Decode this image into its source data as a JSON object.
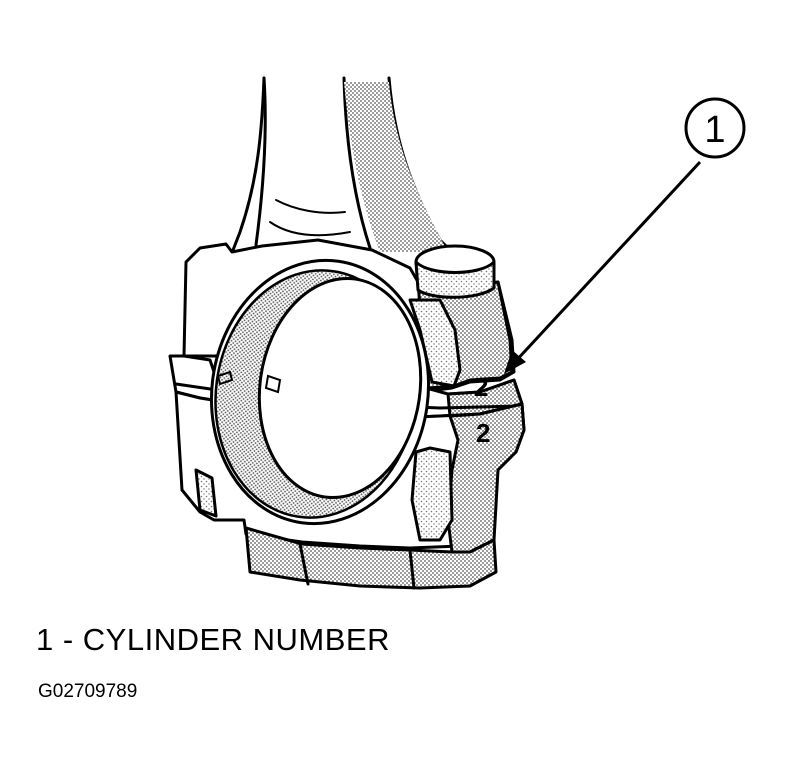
{
  "diagram": {
    "callout_number": "1",
    "cap_mark": "2",
    "rod_mark": "2",
    "shade_color": "#b5b5b5"
  },
  "legend": {
    "items": [
      {
        "text": "1 - CYLINDER NUMBER"
      }
    ]
  },
  "figure_id": "G02709789"
}
